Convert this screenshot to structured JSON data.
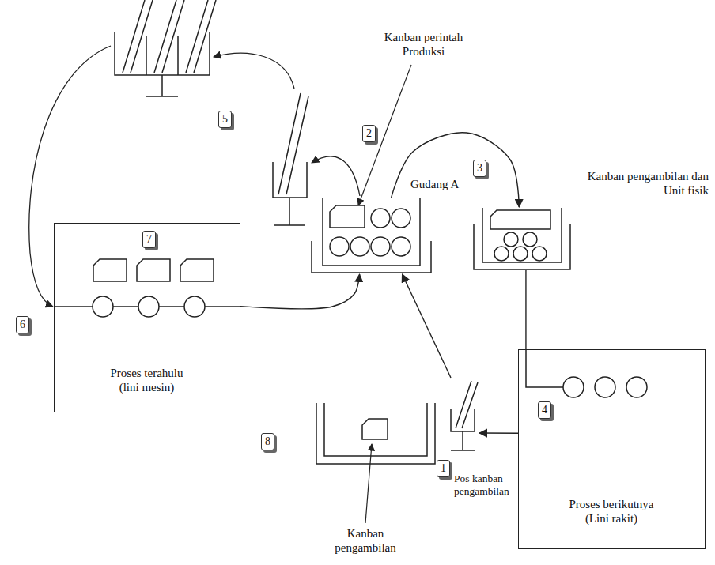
{
  "diagram": {
    "nodes": [
      {
        "text": [
          "Gudang A"
        ]
      },
      {
        "text": [
          "Kanban pengambilan dan Unit fisik"
        ]
      },
      {
        "text": [
          "Proses terahulu (lini mesin)"
        ]
      },
      {
        "text": [
          "Proses berikutnya (Lini rakit)"
        ]
      },
      {
        "text": [
          "Pos kanban pengambilan"
        ]
      }
    ],
    "edges": [
      {
        "from": 4,
        "to": 0,
        "arrow": "to"
      },
      {
        "from": 0,
        "to": 1,
        "arrow": "to"
      },
      {
        "from": 3,
        "to": 4,
        "arrow": "to"
      },
      {
        "from": 1,
        "to": 3,
        "arrow": "none"
      },
      {
        "from": 2,
        "to": 0,
        "arrow": "to"
      }
    ],
    "labels": [
      "5",
      "2",
      "Kanban perintah Produksi",
      "3",
      "7",
      "6",
      "8",
      "4",
      "1",
      "Kanban pengambilan"
    ]
  }
}
